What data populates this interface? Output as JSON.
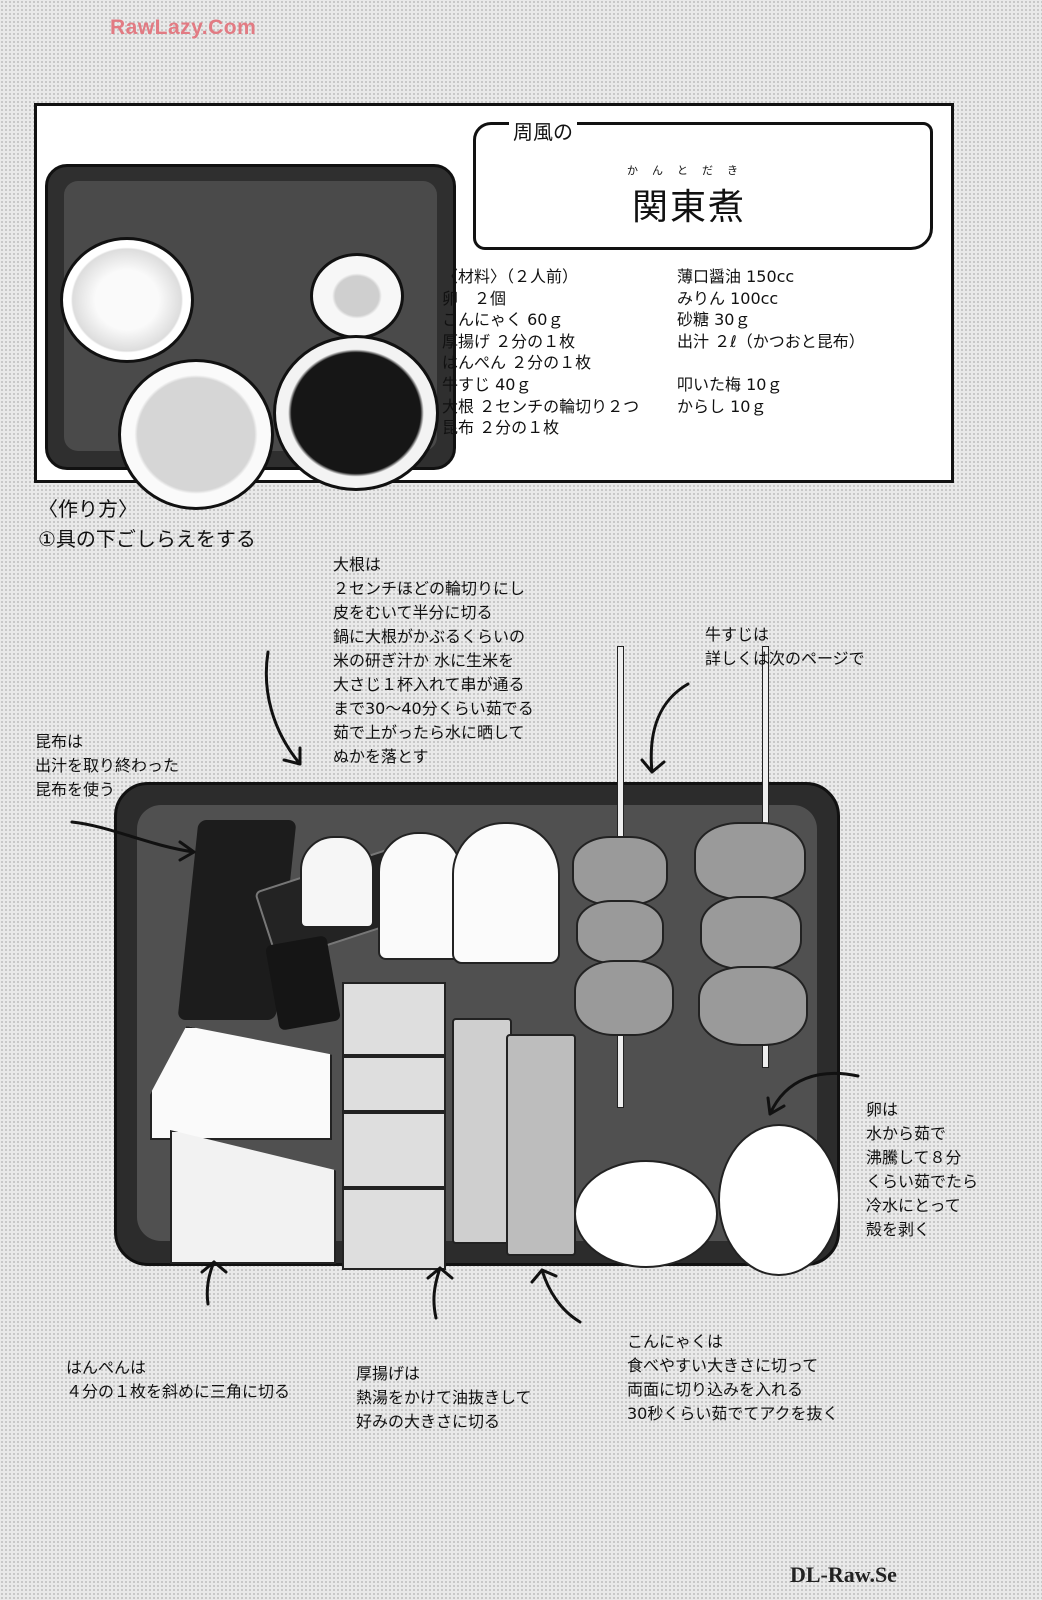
{
  "watermarks": {
    "top": "RawLazy.Com",
    "bottom": "DL-Raw.Se"
  },
  "recipe_card": {
    "title_prefix": "周風の",
    "title_ruby": "かんとだき",
    "title": "関東煮",
    "ingredients_left": [
      "〈材料〉（２人前）",
      "卵　２個",
      "こんにゃく 60ｇ",
      "厚揚げ ２分の１枚",
      "はんぺん ２分の１枚",
      "牛すじ 40ｇ",
      "大根 ２センチの輪切り２つ",
      "昆布 ２分の１枚"
    ],
    "ingredients_right": [
      "薄口醤油 150cc",
      "みりん 100cc",
      "砂糖 30ｇ",
      "出汁 ２ℓ（かつおと昆布）",
      "",
      "叩いた梅 10ｇ",
      "からし 10ｇ"
    ]
  },
  "steps": {
    "heading": "〈作り方〉",
    "step1": "①具の下ごしらえをする"
  },
  "notes": {
    "daikon": [
      "大根は",
      "２センチほどの輪切りにし",
      "皮をむいて半分に切る",
      "鍋に大根がかぶるくらいの",
      "米の研ぎ汁か 水に生米を",
      "大さじ１杯入れて串が通る",
      "まで30〜40分くらい茹でる",
      "茹で上がったら水に晒して",
      "ぬかを落とす"
    ],
    "gyusuji": [
      "牛すじは",
      "詳しくは次のページで"
    ],
    "kombu": [
      "昆布は",
      "出汁を取り終わった",
      "昆布を使う"
    ],
    "egg": [
      "卵は",
      "水から茹で",
      "沸騰して８分",
      "くらい茹でたら",
      "冷水にとって",
      "殻を剥く"
    ],
    "hanpen": [
      "はんぺんは",
      "４分の１枚を斜めに三角に切る"
    ],
    "atsuage": [
      "厚揚げは",
      "熱湯をかけて油抜きして",
      "好みの大きさに切る"
    ],
    "konnyaku": [
      "こんにゃくは",
      "食べやすい大きさに切って",
      "両面に切り込みを入れる",
      "30秒くらい茹でてアクを抜く"
    ]
  }
}
